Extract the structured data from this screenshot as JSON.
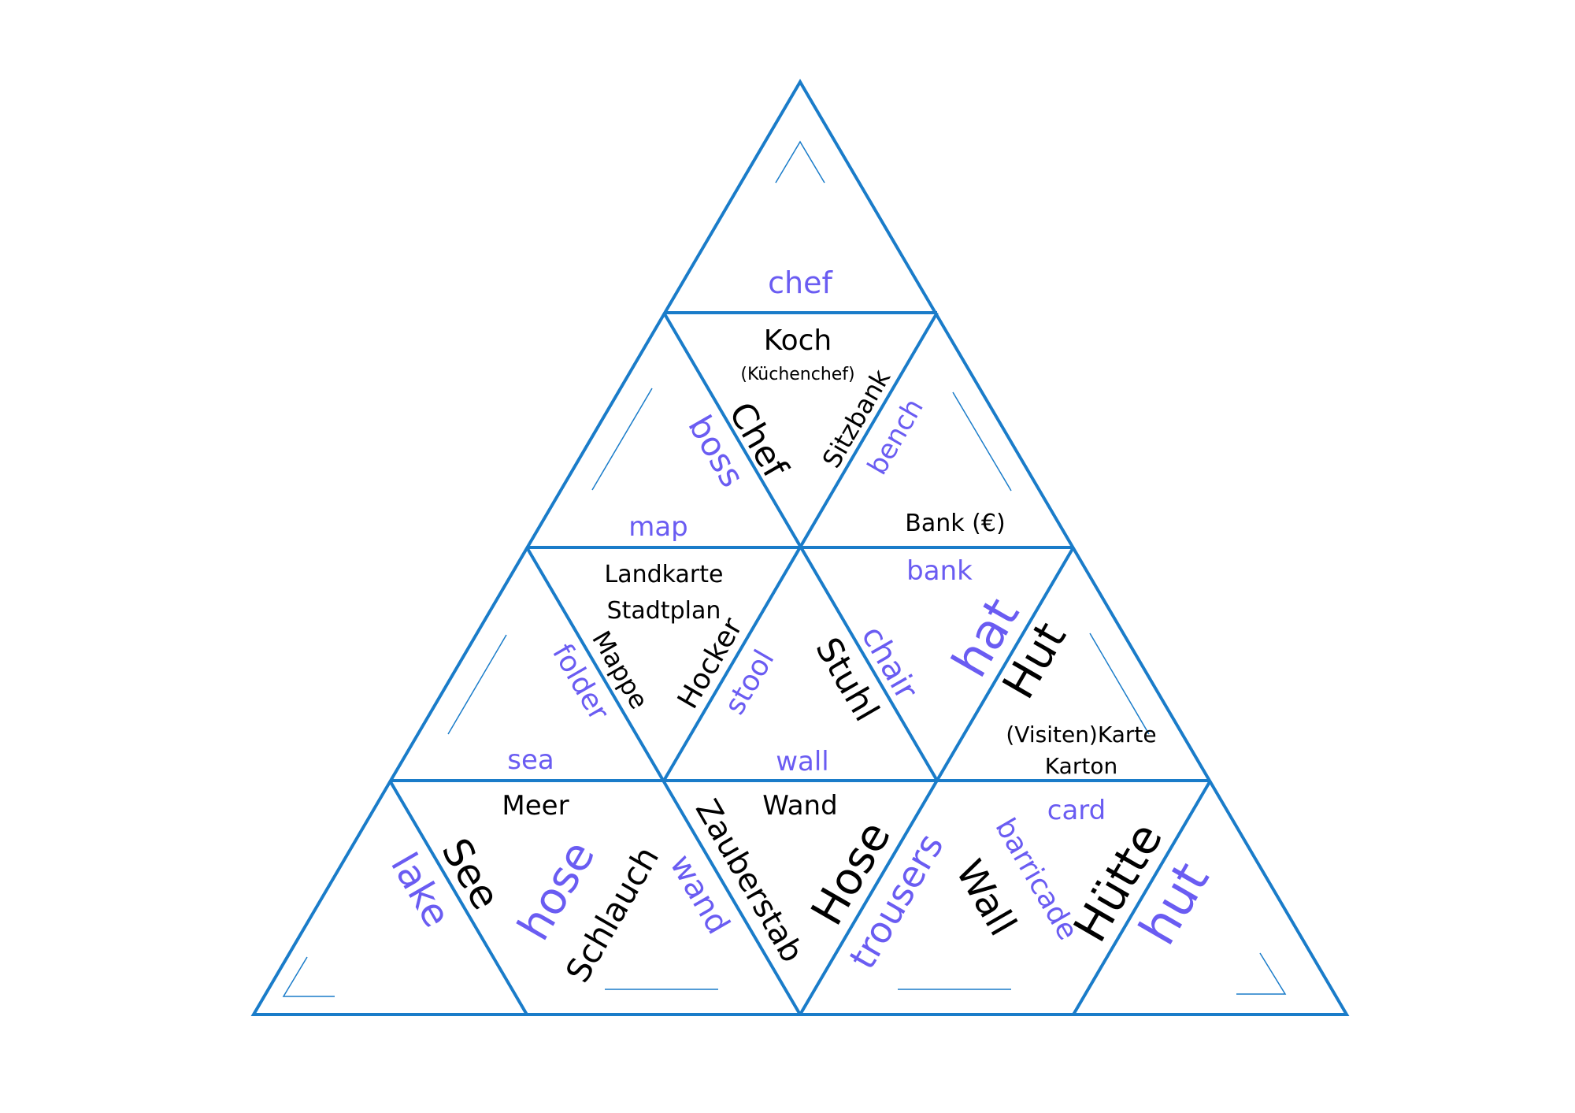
{
  "colors": {
    "line": "#1a7cc9",
    "german": "#000000",
    "english": "#6a5cf2"
  },
  "labels": {
    "chef": "chef",
    "koch": "Koch",
    "kuechenchef": "(Küchenchef)",
    "chef_de": "Chef",
    "boss": "boss",
    "sitzbank": "Sitzbank",
    "bench": "bench",
    "map": "map",
    "bank_euro": "Bank (€)",
    "landkarte": "Landkarte",
    "stadtplan": "Stadtplan",
    "mappe": "Mappe",
    "folder": "folder",
    "hocker": "Hocker",
    "stool": "stool",
    "bank": "bank",
    "stuhl": "Stuhl",
    "chair": "chair",
    "hat": "hat",
    "hut_de": "Hut",
    "visitenkarte": "(Visiten)Karte",
    "karton": "Karton",
    "sea": "sea",
    "wall_en": "wall",
    "meer": "Meer",
    "see": "See",
    "lake": "lake",
    "hose_en": "hose",
    "schlauch": "Schlauch",
    "wand_de": "Wand",
    "wand_en": "wand",
    "zauberstab": "Zauberstab",
    "hose_de": "Hose",
    "trousers": "trousers",
    "card": "card",
    "wall_de": "Wall",
    "barricade": "barricade",
    "huette": "Hütte",
    "hut_en": "hut"
  }
}
